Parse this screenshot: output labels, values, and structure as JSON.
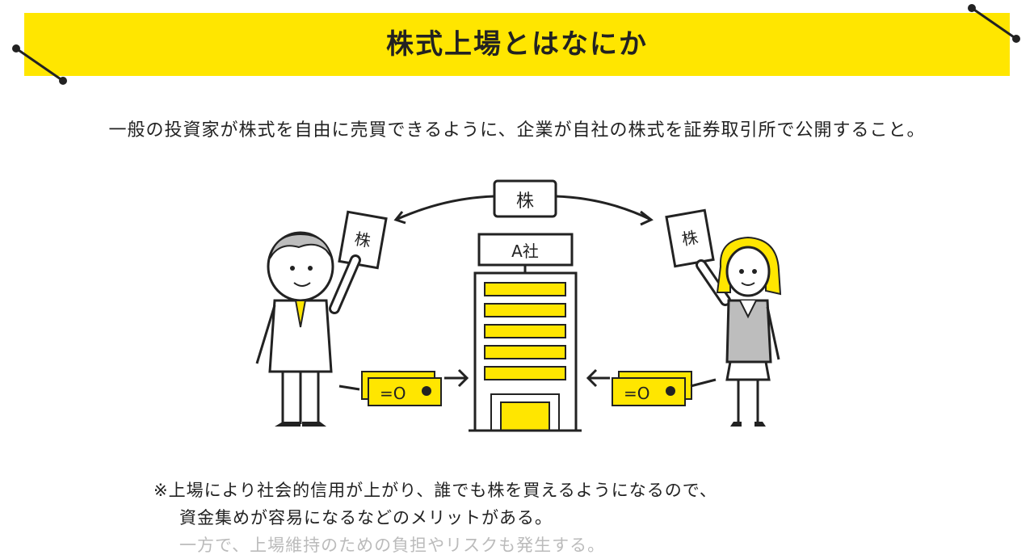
{
  "header": {
    "title": "株式上場とはなにか"
  },
  "lead": {
    "text": "一般の投資家が株式を自由に売買できるように、企業が自社の株式を証券取引所で公開すること。"
  },
  "diagram": {
    "stock_label": "株",
    "company_label": "A社",
    "left_card": "株",
    "right_card": "株",
    "bill_glyph_left": "=O",
    "bill_glyph_right": "=O"
  },
  "note": {
    "line1": "※上場により社会的信用が上がり、誰でも株を買えるようになるので、",
    "line2": "資金集めが容易になるなどのメリットがある。",
    "line3": "一方で、上場維持のための負担やリスクも発生する。"
  },
  "colors": {
    "accent_yellow": "#ffe600",
    "ink": "#222222",
    "gray": "#bdbdbd"
  }
}
